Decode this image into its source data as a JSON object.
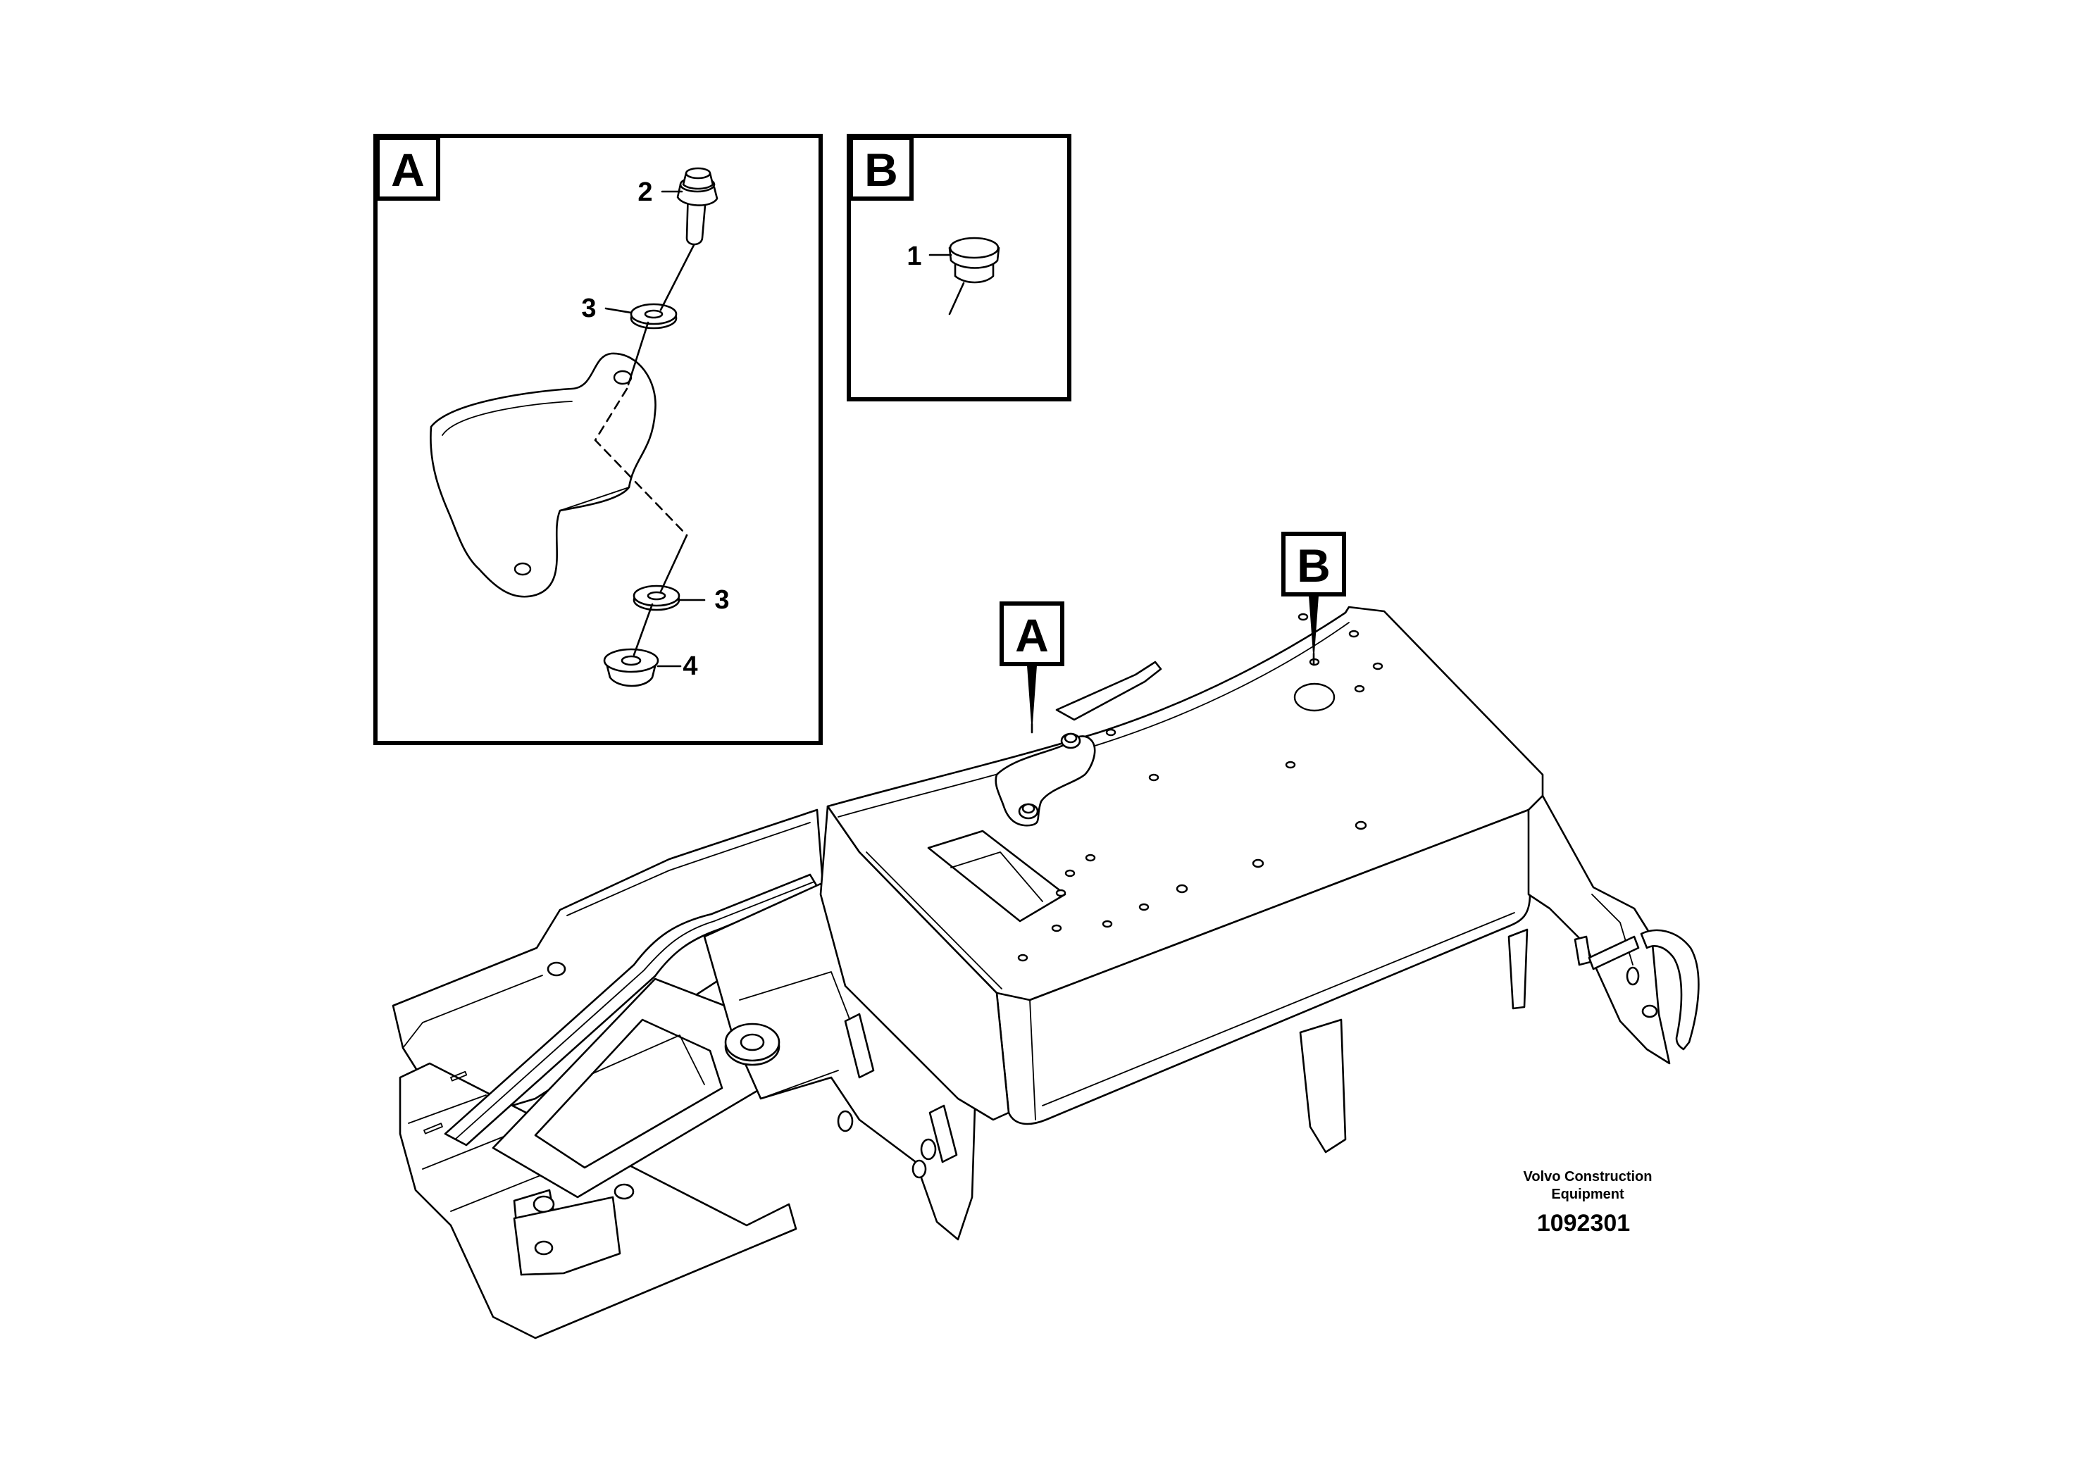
{
  "detail_a": {
    "tag": "A",
    "callouts": [
      "2",
      "3",
      "3",
      "4"
    ]
  },
  "detail_b": {
    "tag": "B",
    "callouts": [
      "1"
    ]
  },
  "main_view": {
    "marker_a": "A",
    "marker_b": "B"
  },
  "credit": {
    "line1": "Volvo Construction",
    "line2": "Equipment",
    "part_number": "1092301"
  }
}
